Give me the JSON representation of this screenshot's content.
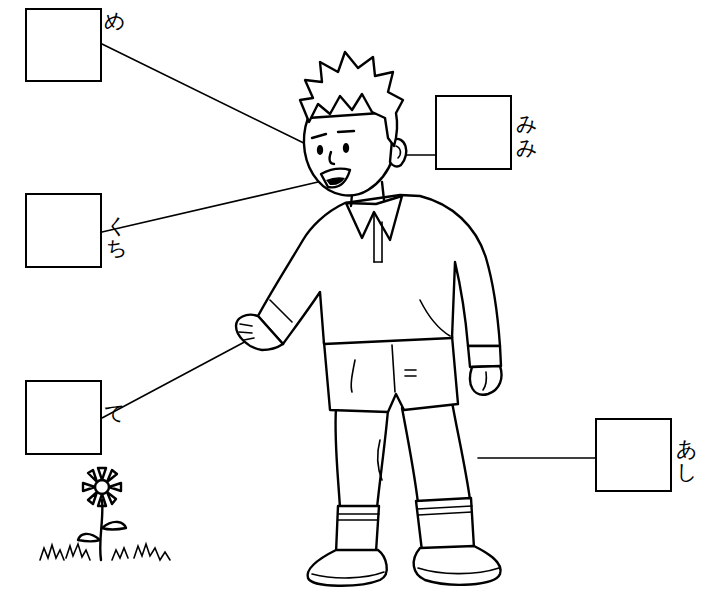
{
  "diagram": {
    "nodes": [
      {
        "text": [
          "め"
        ]
      },
      {
        "text": [
          "みみ"
        ]
      },
      {
        "text": [
          "くち"
        ]
      },
      {
        "text": [
          "て"
        ]
      },
      {
        "text": [
          "あし"
        ]
      }
    ]
  }
}
